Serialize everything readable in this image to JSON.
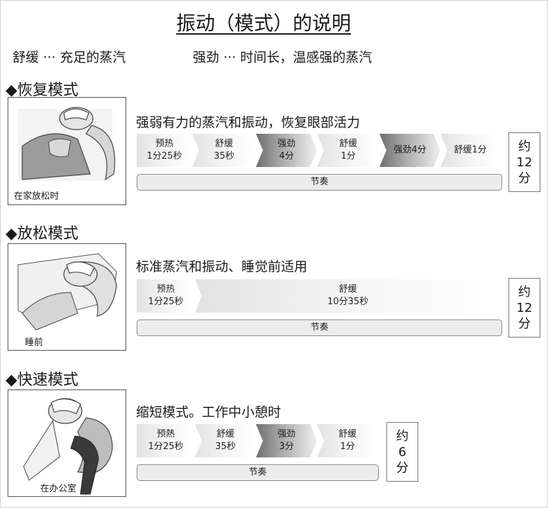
{
  "title": "振动（模式）的说明",
  "legend": {
    "soothe": "舒缓 ··· 充足的蒸汽",
    "strong": "强劲 ··· 时间长，温感强的蒸汽"
  },
  "modes": [
    {
      "name": "◆恢复模式",
      "image_caption": "在家放松时",
      "description": "强弱有力的蒸汽和振动，恢复眼部活力",
      "segments": [
        {
          "label": "预热",
          "time": "1分25秒",
          "style": "light"
        },
        {
          "label": "舒缓",
          "time": "35秒",
          "style": "light"
        },
        {
          "label": "强劲",
          "time": "4分",
          "style": "dark"
        },
        {
          "label": "舒缓",
          "time": "1分",
          "style": "light"
        },
        {
          "label": "强劲4分",
          "time": "",
          "style": "dark"
        },
        {
          "label": "舒缓1分",
          "time": "",
          "style": "light"
        }
      ],
      "rhythm": "节奏",
      "total": [
        "约",
        "12",
        "分"
      ]
    },
    {
      "name": "◆放松模式",
      "image_caption": "睡前",
      "description": "标准蒸汽和振动、睡觉前适用",
      "segments": [
        {
          "label": "预热",
          "time": "1分25秒",
          "style": "light"
        },
        {
          "label": "舒缓",
          "time": "10分35秒",
          "style": "light"
        }
      ],
      "rhythm": "节奏",
      "total": [
        "约",
        "12",
        "分"
      ]
    },
    {
      "name": "◆快速模式",
      "image_caption": "在办公室",
      "description": "缩短模式。工作中小憩时",
      "segments": [
        {
          "label": "预熱",
          "time": "1分25秒",
          "style": "light"
        },
        {
          "label": "舒缓",
          "time": "35秒",
          "style": "light"
        },
        {
          "label": "强劲",
          "time": "3分",
          "style": "dark"
        },
        {
          "label": "舒缓",
          "time": "1分",
          "style": "light"
        }
      ],
      "rhythm": "节奏",
      "total": [
        "约",
        "6",
        "分"
      ]
    }
  ]
}
